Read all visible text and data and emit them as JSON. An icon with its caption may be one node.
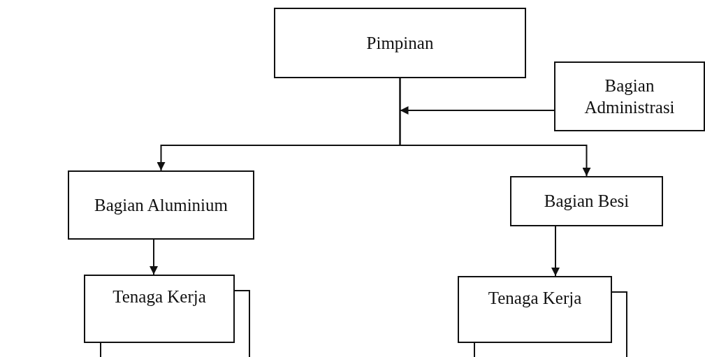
{
  "diagram": {
    "nodes": [
      {
        "text": [
          "Pimpinan"
        ]
      },
      {
        "text": [
          "Bagian Administrasi"
        ]
      },
      {
        "text": [
          "Bagian Aluminium"
        ]
      },
      {
        "text": [
          "Bagian Besi"
        ]
      },
      {
        "text": [
          "Tenaga Kerja"
        ]
      },
      {
        "text": [
          "Tenaga Kerja"
        ]
      }
    ],
    "edges": [
      {
        "from": 0,
        "to": 2,
        "arrow": "to"
      },
      {
        "from": 0,
        "to": 3,
        "arrow": "to"
      },
      {
        "from": 1,
        "to": null,
        "arrow": "to"
      },
      {
        "from": 2,
        "to": 4,
        "arrow": "to"
      },
      {
        "from": 3,
        "to": 5,
        "arrow": "to"
      }
    ]
  }
}
